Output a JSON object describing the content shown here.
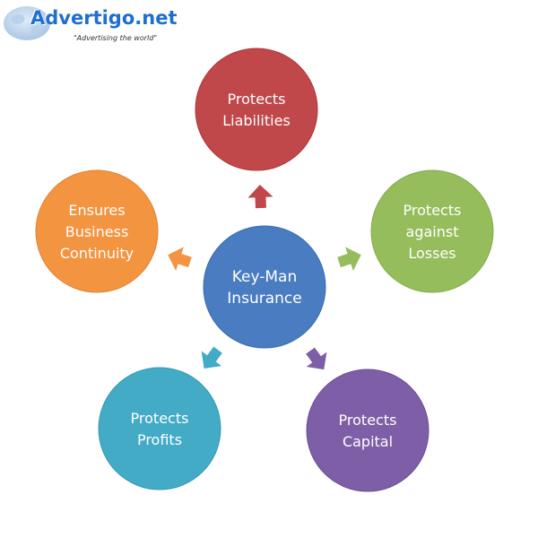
{
  "watermark": {
    "name": "Advertigo.net",
    "tagline": "\"Advertising  the world\""
  },
  "diagram": {
    "center": {
      "lines": [
        "Key-Man",
        "Insurance"
      ],
      "color": "#4a7cc2"
    },
    "nodes": [
      {
        "id": "liabilities",
        "lines": [
          "Protects",
          "Liabilities"
        ],
        "color": "#c0474a"
      },
      {
        "id": "losses",
        "lines": [
          "Protects",
          "against",
          "Losses"
        ],
        "color": "#96bd5c"
      },
      {
        "id": "capital",
        "lines": [
          "Protects",
          "Capital"
        ],
        "color": "#7e5ea6"
      },
      {
        "id": "profits",
        "lines": [
          "Protects",
          "Profits"
        ],
        "color": "#43abc6"
      },
      {
        "id": "continuity",
        "lines": [
          "Ensures",
          "Business",
          "Continuity"
        ],
        "color": "#f39441"
      }
    ]
  }
}
